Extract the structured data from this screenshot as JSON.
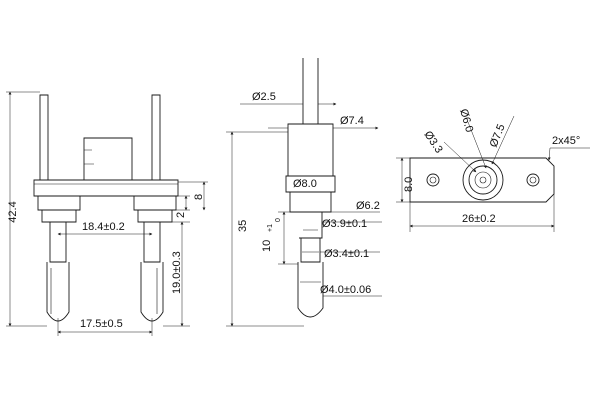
{
  "front_view": {
    "height_overall": "42.4",
    "pin_spacing": "18.4±0.2",
    "flange_step": "2",
    "flange_height": "8",
    "pin_length": "19.0±0.3",
    "tip_spacing": "17.5±0.5"
  },
  "side_view": {
    "top_pin_dia": "Ø2.5",
    "head_dia": "Ø7.4",
    "collar_dia": "Ø8.0",
    "body_dia": "Ø6.2",
    "neck_dia": "Ø3.9±0.1",
    "shaft_dia": "Ø3.4±0.1",
    "tip_dia": "Ø4.0±0.06",
    "length_overall": "35",
    "shaft_length": "10",
    "shaft_tol_upper": "+1",
    "shaft_tol_lower": "0"
  },
  "top_view": {
    "hole_dia": "Ø3.3",
    "inner_dia": "Ø6.0",
    "outer_dia": "Ø7.5",
    "chamfer": "2x45°",
    "plate_height": "8.0",
    "plate_width": "26±0.2"
  }
}
